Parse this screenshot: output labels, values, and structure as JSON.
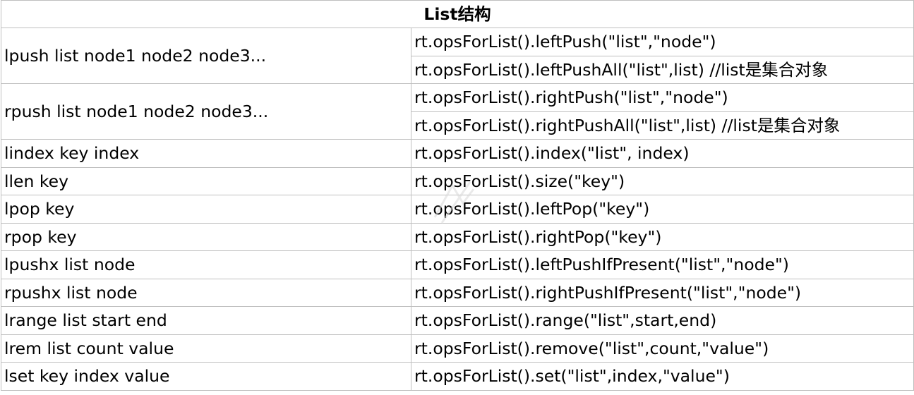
{
  "table": {
    "title": "List结构",
    "groups": [
      {
        "command": "lpush list node1 node2 node3...",
        "methods": [
          "rt.opsForList().leftPush(\"list\",\"node\")",
          "rt.opsForList().leftPushAll(\"list\",list) //list是集合对象"
        ]
      },
      {
        "command": "rpush list node1 node2 node3...",
        "methods": [
          "rt.opsForList().rightPush(\"list\",\"node\")",
          "rt.opsForList().rightPushAll(\"list\",list) //list是集合对象"
        ]
      },
      {
        "command": "lindex key index",
        "methods": [
          "rt.opsForList().index(\"list\", index)"
        ]
      },
      {
        "command": "llen key",
        "methods": [
          "rt.opsForList().size(\"key\")"
        ]
      },
      {
        "command": "lpop key",
        "methods": [
          "rt.opsForList().leftPop(\"key\")"
        ]
      },
      {
        "command": "rpop key",
        "methods": [
          "rt.opsForList().rightPop(\"key\")"
        ]
      },
      {
        "command": "lpushx list node",
        "methods": [
          "rt.opsForList().leftPushIfPresent(\"list\",\"node\")"
        ]
      },
      {
        "command": "rpushx list node",
        "methods": [
          "rt.opsForList().rightPushIfPresent(\"list\",\"node\")"
        ]
      },
      {
        "command": "lrange list start end",
        "methods": [
          "rt.opsForList().range(\"list\",start,end)"
        ]
      },
      {
        "command": "lrem list count value",
        "methods": [
          "rt.opsForList().remove(\"list\",count,\"value\")"
        ]
      },
      {
        "command": "lset key index value",
        "methods": [
          "rt.opsForList().set(\"list\",index,\"value\")"
        ]
      }
    ]
  }
}
